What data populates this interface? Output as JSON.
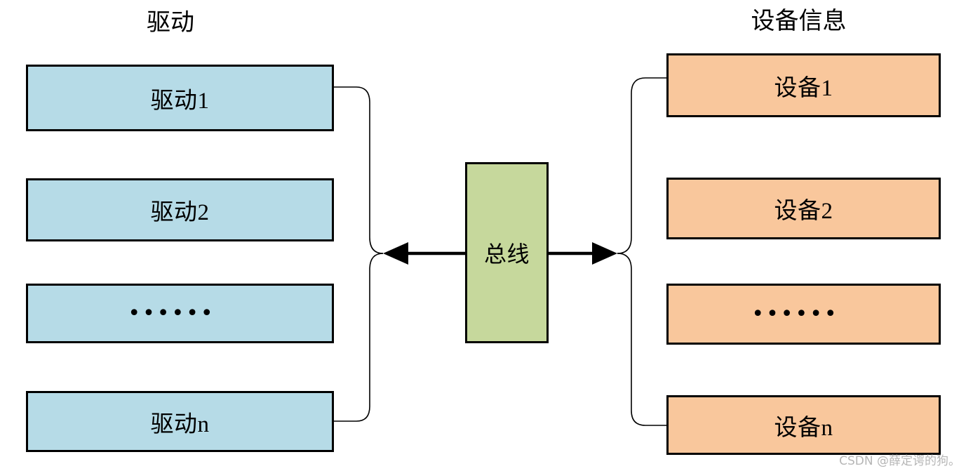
{
  "diagram": {
    "title_left": "驱动",
    "title_right": "设备信息",
    "bus_label": "总线",
    "dots_glyph": "••••••",
    "colors": {
      "driver_fill": "#b6dbe7",
      "device_fill": "#f9c79c",
      "bus_fill": "#c6d89c",
      "stroke": "#000000",
      "background": "#ffffff",
      "watermark": "#b6b6b6"
    },
    "left_column": [
      {
        "label": "驱动1",
        "is_ellipsis": false
      },
      {
        "label": "驱动2",
        "is_ellipsis": false
      },
      {
        "label": "••••••",
        "is_ellipsis": true
      },
      {
        "label": "驱动n",
        "is_ellipsis": false
      }
    ],
    "right_column": [
      {
        "label": "设备1",
        "is_ellipsis": false
      },
      {
        "label": "设备2",
        "is_ellipsis": false
      },
      {
        "label": "••••••",
        "is_ellipsis": true
      },
      {
        "label": "设备n",
        "is_ellipsis": false
      }
    ],
    "connectors": {
      "left_arrow_direction": "left",
      "right_arrow_direction": "right"
    }
  },
  "watermark": {
    "text": "CSDN @薛定谔的狗。"
  }
}
